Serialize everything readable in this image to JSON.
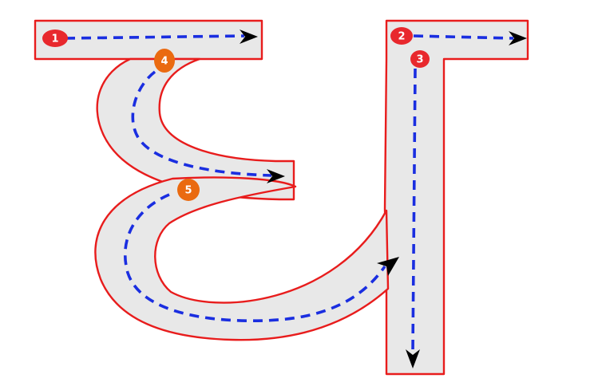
{
  "colors": {
    "outline": "#e81c1c",
    "fill": "#e8e8e8",
    "guide": "#1a2ee0",
    "arrow": "#000000",
    "badge_red": "#e8282d",
    "badge_orange": "#ea6a10"
  },
  "steps": [
    {
      "number": "1",
      "badge_color": "red"
    },
    {
      "number": "2",
      "badge_color": "red"
    },
    {
      "number": "3",
      "badge_color": "red"
    },
    {
      "number": "4",
      "badge_color": "orange"
    },
    {
      "number": "5",
      "badge_color": "orange"
    }
  ]
}
